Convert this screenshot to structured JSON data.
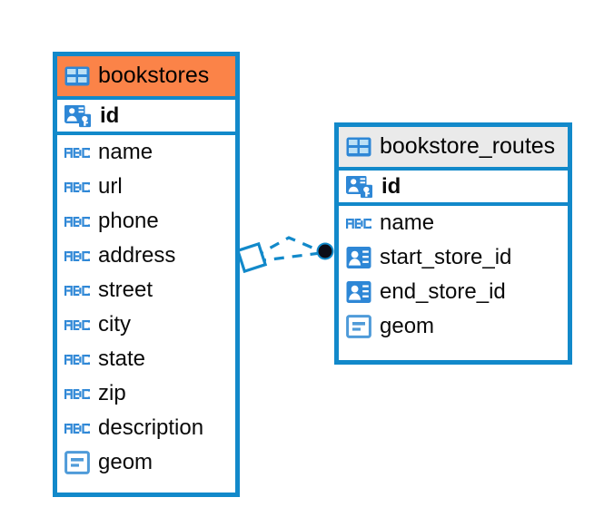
{
  "diagram": {
    "type": "entity-relationship-diagram",
    "background": "#ffffff",
    "accent_color": "#1289CA",
    "highlight_color": "#FB8348",
    "header_plain_color": "#EAEAEA",
    "entities": [
      {
        "name": "bookstores",
        "header_style": "accent",
        "table_icon": "table-icon",
        "primary_key": {
          "label": "id",
          "icon": "primary-key-icon"
        },
        "fields": [
          {
            "label": "name",
            "icon": "abc-text-icon"
          },
          {
            "label": "url",
            "icon": "abc-text-icon"
          },
          {
            "label": "phone",
            "icon": "abc-text-icon"
          },
          {
            "label": "address",
            "icon": "abc-text-icon"
          },
          {
            "label": "street",
            "icon": "abc-text-icon"
          },
          {
            "label": "city",
            "icon": "abc-text-icon"
          },
          {
            "label": "state",
            "icon": "abc-text-icon"
          },
          {
            "label": "zip",
            "icon": "abc-text-icon"
          },
          {
            "label": "description",
            "icon": "abc-text-icon"
          },
          {
            "label": "geom",
            "icon": "geometry-icon"
          }
        ]
      },
      {
        "name": "bookstore_routes",
        "header_style": "plain",
        "table_icon": "table-icon",
        "primary_key": {
          "label": "id",
          "icon": "primary-key-icon"
        },
        "fields": [
          {
            "label": "name",
            "icon": "abc-text-icon"
          },
          {
            "label": "start_store_id",
            "icon": "foreign-key-icon"
          },
          {
            "label": "end_store_id",
            "icon": "foreign-key-icon"
          },
          {
            "label": "geom",
            "icon": "geometry-icon"
          }
        ]
      }
    ],
    "relationship": {
      "style": "dashed",
      "color": "#1289CA",
      "source_marker": "diamond-outline",
      "target_marker": "filled-circle",
      "target_marker_color": "#0D0D18"
    }
  }
}
